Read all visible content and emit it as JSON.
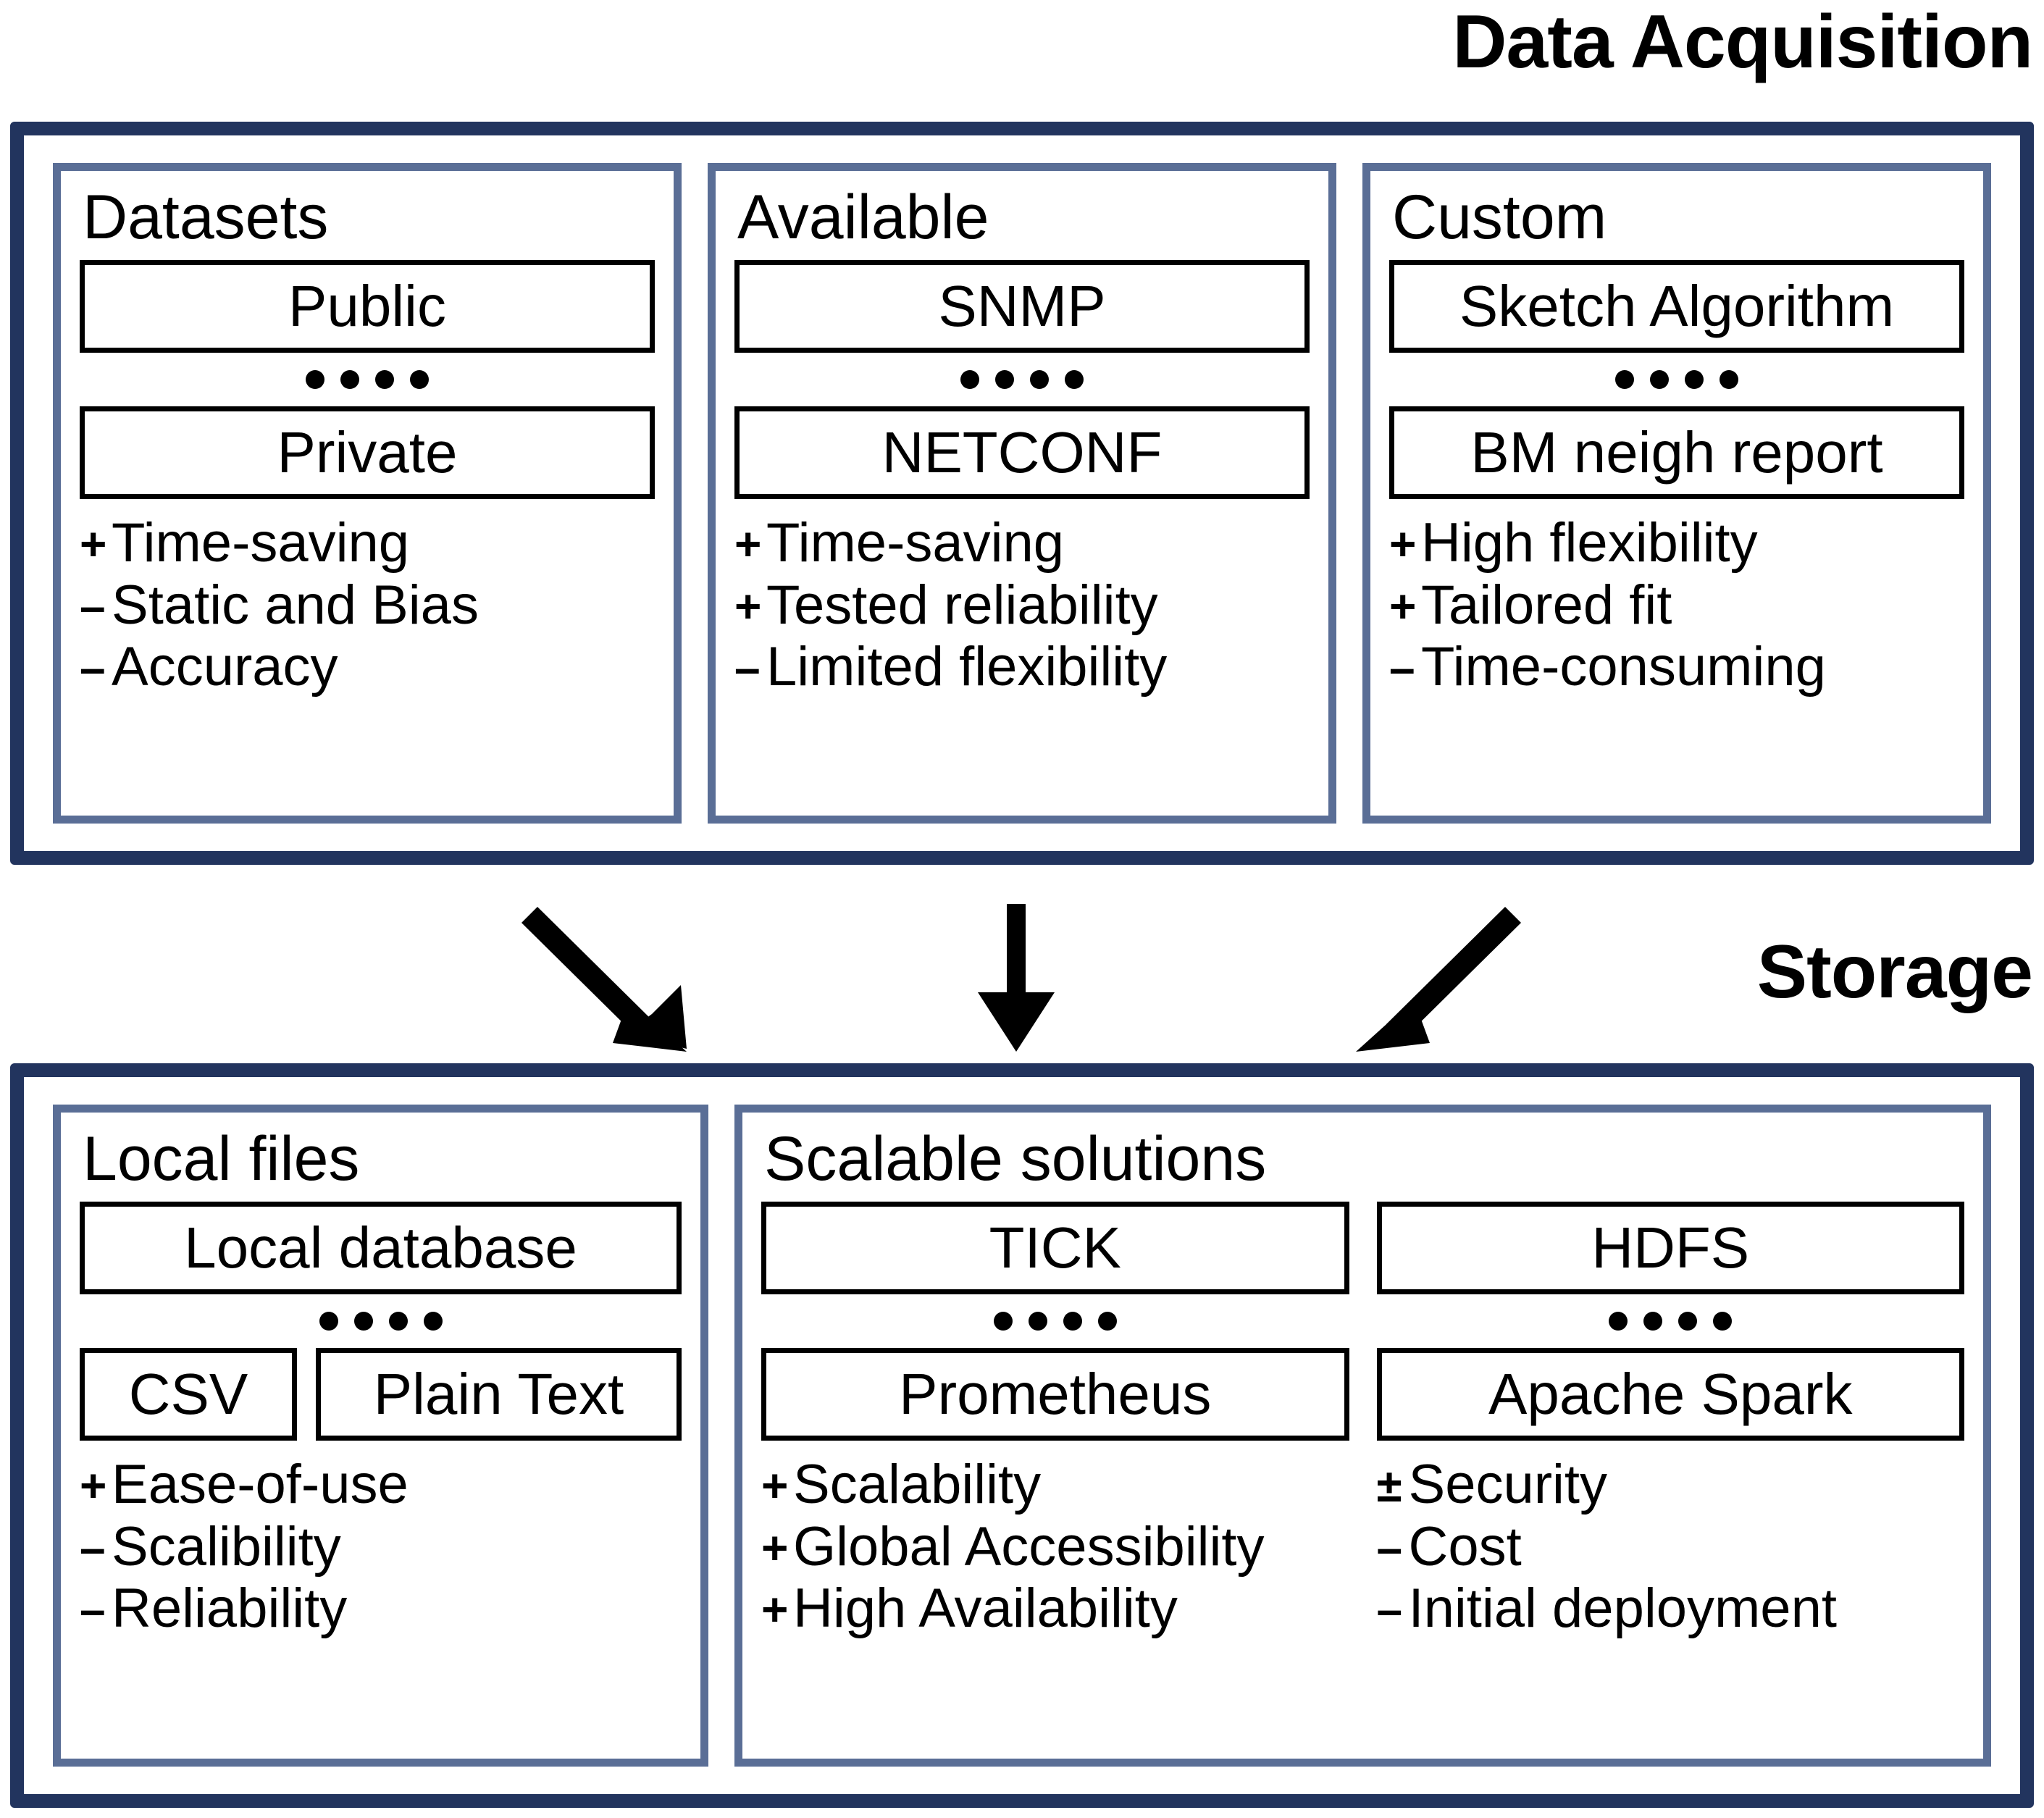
{
  "sections": [
    {
      "title": "Data Acquisition",
      "panels": [
        {
          "title": "Datasets",
          "boxes_top": [
            "Public"
          ],
          "boxes_bottom": [
            "Private"
          ],
          "pros": [
            {
              "sign": "+",
              "text": "Time-saving"
            },
            {
              "sign": "–",
              "text": "Static and Bias"
            },
            {
              "sign": "–",
              "text": "Accuracy"
            }
          ]
        },
        {
          "title": "Available",
          "boxes_top": [
            "SNMP"
          ],
          "boxes_bottom": [
            "NETCONF"
          ],
          "pros": [
            {
              "sign": "+",
              "text": "Time-saving"
            },
            {
              "sign": "+",
              "text": "Tested reliability"
            },
            {
              "sign": "–",
              "text": "Limited flexibility"
            }
          ]
        },
        {
          "title": "Custom",
          "boxes_top": [
            "Sketch Algorithm"
          ],
          "boxes_bottom": [
            "BM neigh report"
          ],
          "pros": [
            {
              "sign": "+",
              "text": "High flexibility"
            },
            {
              "sign": "+",
              "text": "Tailored fit"
            },
            {
              "sign": "–",
              "text": "Time-consuming"
            }
          ]
        }
      ]
    },
    {
      "title": "Storage",
      "panels": [
        {
          "title": "Local files",
          "boxes_top": [
            "Local database"
          ],
          "boxes_bottom": [
            "CSV",
            "Plain Text"
          ],
          "pros": [
            {
              "sign": "+",
              "text": "Ease-of-use"
            },
            {
              "sign": "–",
              "text": "Scalibility"
            },
            {
              "sign": "–",
              "text": "Reliability"
            }
          ]
        },
        {
          "title": "Scalable solutions",
          "columns": [
            {
              "boxes_top": [
                "TICK"
              ],
              "boxes_bottom": [
                "Prometheus"
              ],
              "pros": [
                {
                  "sign": "+",
                  "text": "Scalability"
                },
                {
                  "sign": "+",
                  "text": "Global Accessibility"
                },
                {
                  "sign": "+",
                  "text": "High Availability"
                }
              ]
            },
            {
              "boxes_top": [
                "HDFS"
              ],
              "boxes_bottom": [
                "Apache Spark"
              ],
              "pros": [
                {
                  "sign": "±",
                  "text": "Security"
                },
                {
                  "sign": "–",
                  "text": "Cost"
                },
                {
                  "sign": "–",
                  "text": "Initial deployment"
                }
              ]
            }
          ]
        }
      ]
    }
  ],
  "separator_dots": 4,
  "arrows": [
    {
      "name": "arrow-datasets-to-storage",
      "direction": "down-right"
    },
    {
      "name": "arrow-available-to-storage",
      "direction": "down"
    },
    {
      "name": "arrow-custom-to-storage",
      "direction": "down-left"
    }
  ],
  "colors": {
    "outer_frame": "#22345e",
    "panel_frame": "#5a6e96",
    "box_stroke": "#000000",
    "background": "#ffffff"
  }
}
